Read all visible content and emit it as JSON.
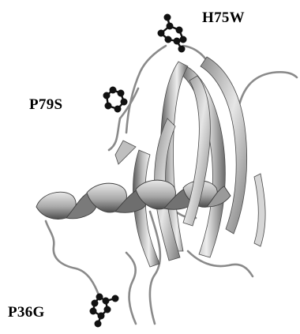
{
  "mutations": [
    {
      "label": "H75W"
    },
    {
      "label": "P79S"
    },
    {
      "label": "P36G"
    }
  ],
  "colors": {
    "ribbon_light": "#e4e4e4",
    "ribbon_mid": "#a6a6a6",
    "ribbon_dark": "#585858",
    "loop": "#8a8a8a",
    "sticks": "#111111"
  }
}
